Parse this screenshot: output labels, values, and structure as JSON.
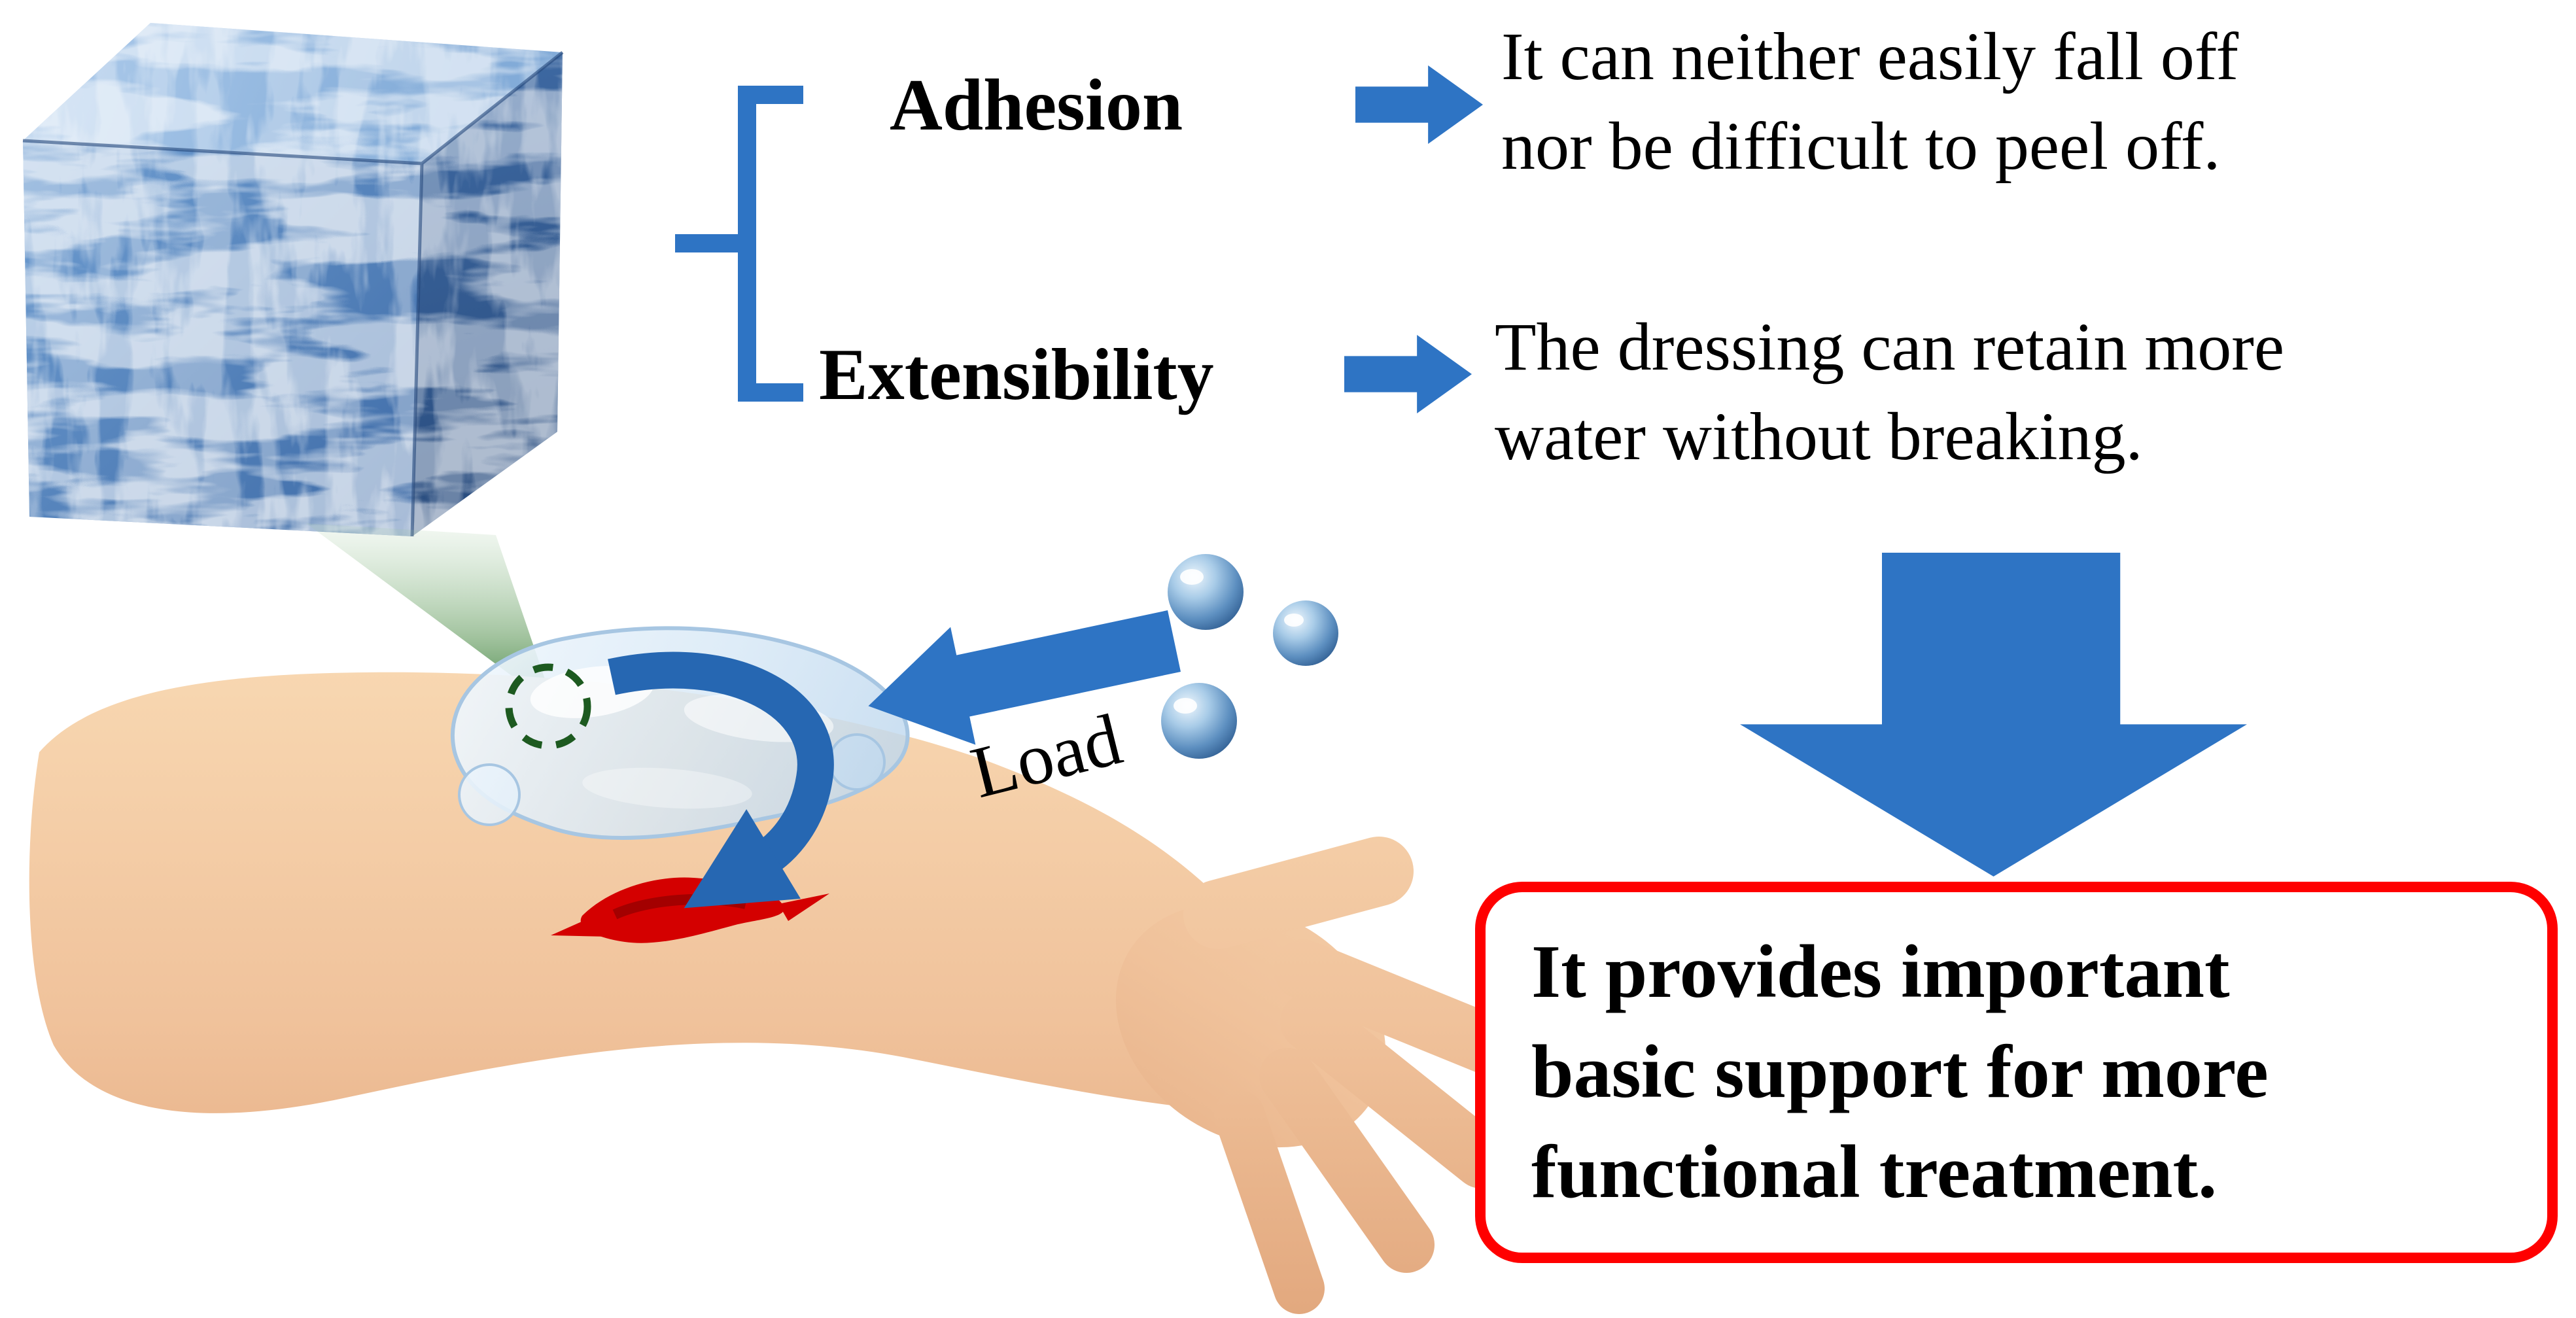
{
  "colors": {
    "arrow_blue": "#2e74c4",
    "curved_arrow_blue": "#2667b2",
    "box_border_red": "#ff0000",
    "text_black": "#000000",
    "skin_tone": "#f0c29b",
    "wound_red": "#d40000",
    "dressing_blue_white": "#d7e8f6",
    "cone_green": "#1f6b24",
    "target_circle_green": "#1d5a20",
    "cube_blue": "#6f9ed2",
    "droplet_blue": "#5d8fc0"
  },
  "labels": {
    "adhesion": "Adhesion",
    "extensibility": "Extensibility",
    "load": "Load"
  },
  "explanations": [
    {
      "property": "Adhesion",
      "lines": [
        "It can neither easily fall off",
        "nor be difficult to peel off."
      ]
    },
    {
      "property": "Extensibility",
      "lines": [
        "The dressing can retain more",
        "water without breaking."
      ]
    }
  ],
  "conclusion": {
    "lines": [
      "It provides important",
      "basic support for more",
      "functional treatment."
    ]
  },
  "illustration": {
    "cube": "hydrogel-nanofiber-cube",
    "cone": "projection-cone",
    "arm": "forearm-with-hand",
    "dressing": "hydrogel-dressing",
    "target_circle": "dashed-target-circle",
    "wound": "wound",
    "droplets": "water-droplets",
    "load_arrow": "load-arrow",
    "apply_arrow": "apply-arrow"
  }
}
